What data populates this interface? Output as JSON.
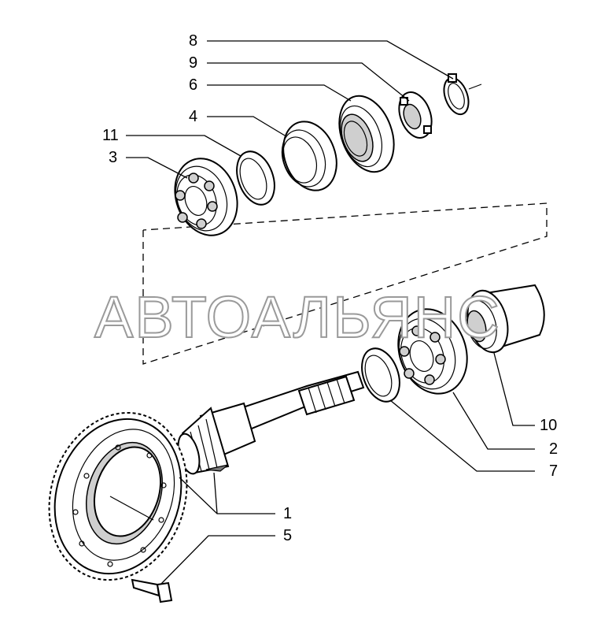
{
  "watermark": "АВТОАЛЬЯНС",
  "callouts": [
    "8",
    "9",
    "6",
    "4",
    "11",
    "3",
    "10",
    "2",
    "7",
    "1",
    "5"
  ]
}
